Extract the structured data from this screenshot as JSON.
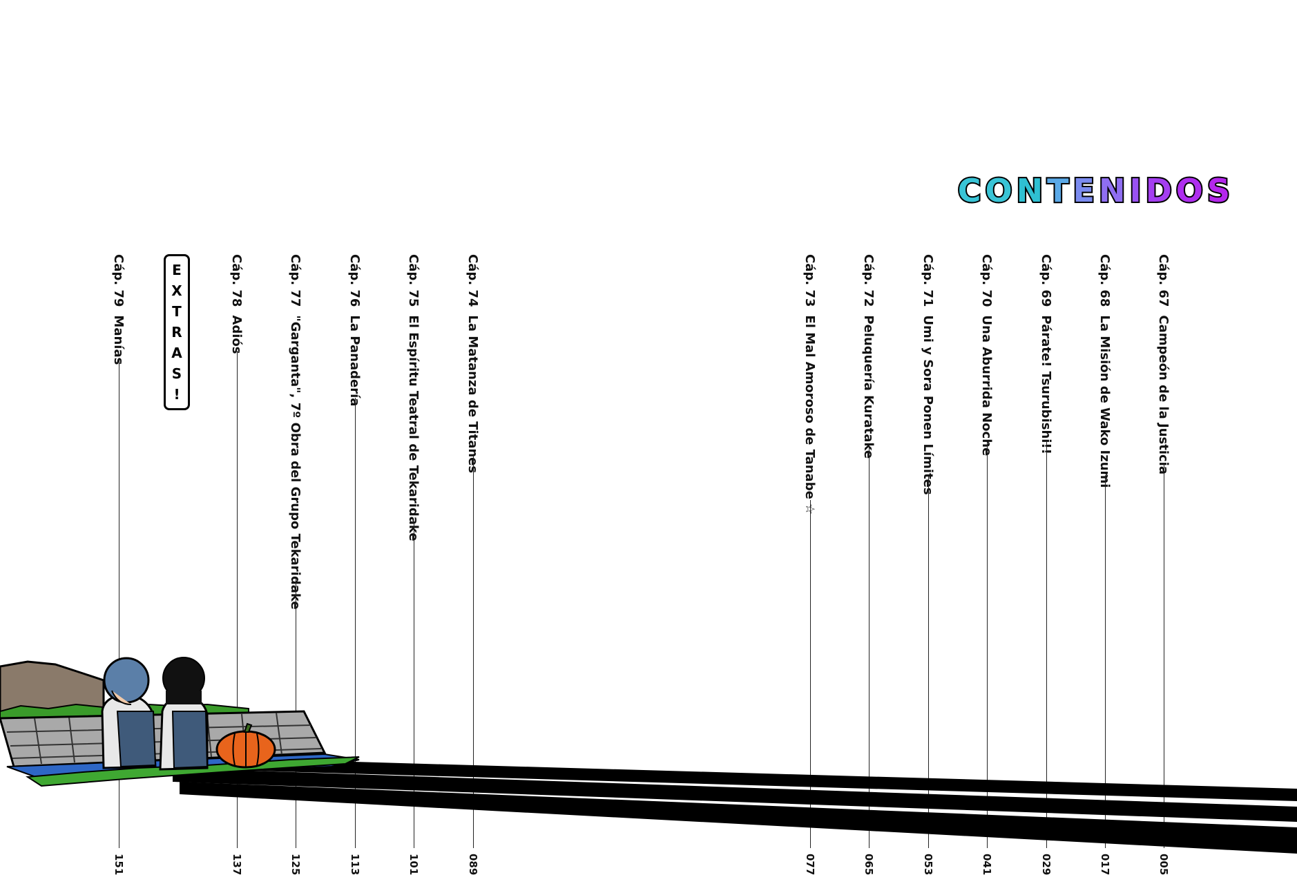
{
  "title": {
    "letters": [
      "C",
      "O",
      "N",
      "T",
      "E",
      "N",
      "I",
      "D",
      "O",
      "S"
    ],
    "colors": [
      "#39c4d6",
      "#39c4d6",
      "#2fc0d2",
      "#5aa9e8",
      "#7b8bf0",
      "#8f6ef2",
      "#9a52f2",
      "#a43ef0",
      "#ae2eee",
      "#b427ec"
    ]
  },
  "chapters": [
    {
      "num": "Cáp. 67",
      "title": "Campeón de la Justicia",
      "page": "005"
    },
    {
      "num": "Cáp. 68",
      "title": "La Misión de Wako Izumi",
      "page": "017"
    },
    {
      "num": "Cáp. 69",
      "title": "Párate! Tsurubishi!!",
      "page": "029"
    },
    {
      "num": "Cáp. 70",
      "title": "Una Aburrida Noche",
      "page": "041"
    },
    {
      "num": "Cáp. 71",
      "title": "Umi y Sora Ponen Límites",
      "page": "053"
    },
    {
      "num": "Cáp. 72",
      "title": "Peluquería Kuratake",
      "page": "065"
    },
    {
      "num": "Cáp. 73",
      "title": "El Mal Amoroso de Tanabe ☆",
      "page": "077"
    },
    {
      "num": "Cáp. 74",
      "title": "La Matanza de Titanes",
      "page": "089"
    },
    {
      "num": "Cáp. 75",
      "title": "El Espíritu Teatral de Tekaridake",
      "page": "101"
    },
    {
      "num": "Cáp. 76",
      "title": "La Panadería",
      "page": "113"
    },
    {
      "num": "Cáp. 77",
      "title": "\"Garganta\", 7º Obra del Grupo Tekaridake",
      "page": "125"
    },
    {
      "num": "Cáp. 78",
      "title": "Adiós",
      "page": "137"
    },
    {
      "num": "Cáp. 79",
      "title": "Manías",
      "page": "151"
    }
  ],
  "extras": {
    "letters": [
      "E",
      "X",
      "T",
      "R",
      "A",
      "S",
      "!"
    ]
  },
  "illustration": {
    "icons": [
      "hill",
      "stone-wall",
      "grass",
      "river",
      "boy-figure",
      "girl-figure",
      "pumpkin-icon",
      "road-stripes"
    ]
  }
}
